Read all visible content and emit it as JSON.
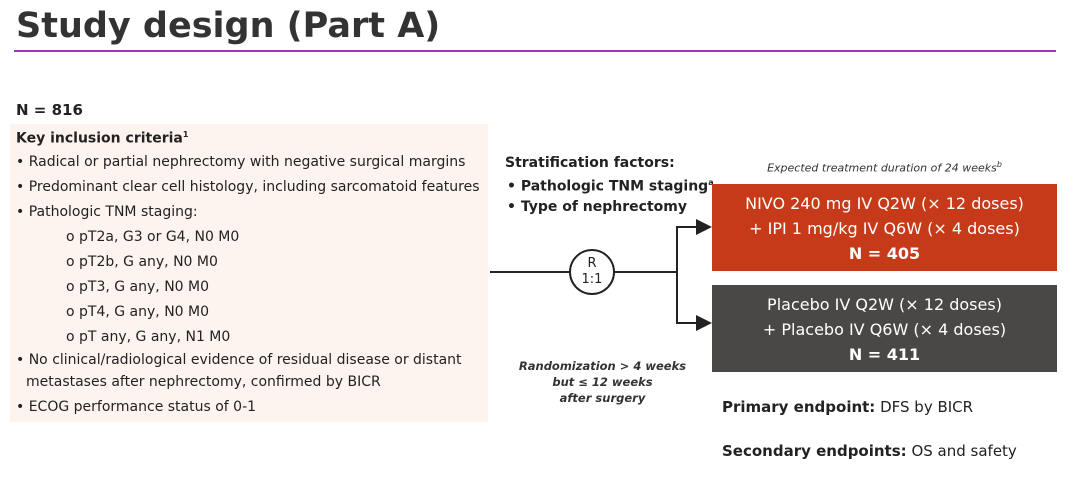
{
  "title": "Study design (Part A)",
  "accent_color": "#a335b9",
  "n_total": "N = 816",
  "inclusion": {
    "heading": "Key inclusion criteria",
    "heading_sup": "1",
    "items": [
      "• Radical or partial nephrectomy with negative surgical margins",
      "• Predominant clear cell histology, including sarcomatoid features",
      "• Pathologic TNM staging:",
      "o  pT2a, G3 or G4, N0 M0",
      "o  pT2b, G any, N0 M0",
      "o  pT3, G any, N0 M0",
      "o  pT4, G any, N0 M0",
      "o  pT any, G any, N1 M0",
      "• No clinical/radiological evidence of residual disease or distant",
      "metastases after nephrectomy, confirmed by BICR",
      "• ECOG performance status of 0-1"
    ]
  },
  "stratification": {
    "heading": "Stratification factors:",
    "items": [
      "• Pathologic TNM staging",
      "• Type of nephrectomy"
    ],
    "sup": "a"
  },
  "randomization": {
    "label1": "R",
    "label2": "1:1",
    "note": [
      "Randomization > 4 weeks",
      "but ≤ 12 weeks",
      "after surgery"
    ]
  },
  "expected": {
    "text": "Expected treatment duration of 24 weeks",
    "sup": "b"
  },
  "arms": [
    {
      "lines": [
        "NIVO 240 mg IV Q2W (× 12 doses)",
        "+ IPI 1 mg/kg IV Q6W (× 4 doses)",
        "N = 405"
      ],
      "color": "#c63a1a"
    },
    {
      "lines": [
        "Placebo IV Q2W (× 12 doses)",
        "+ Placebo IV Q6W (× 4 doses)",
        "N = 411"
      ],
      "color": "#4a4846"
    }
  ],
  "endpoints": {
    "primary_label": "Primary endpoint:",
    "primary": "DFS by BICR",
    "secondary_label": "Secondary endpoints:",
    "secondary": "OS and safety"
  }
}
